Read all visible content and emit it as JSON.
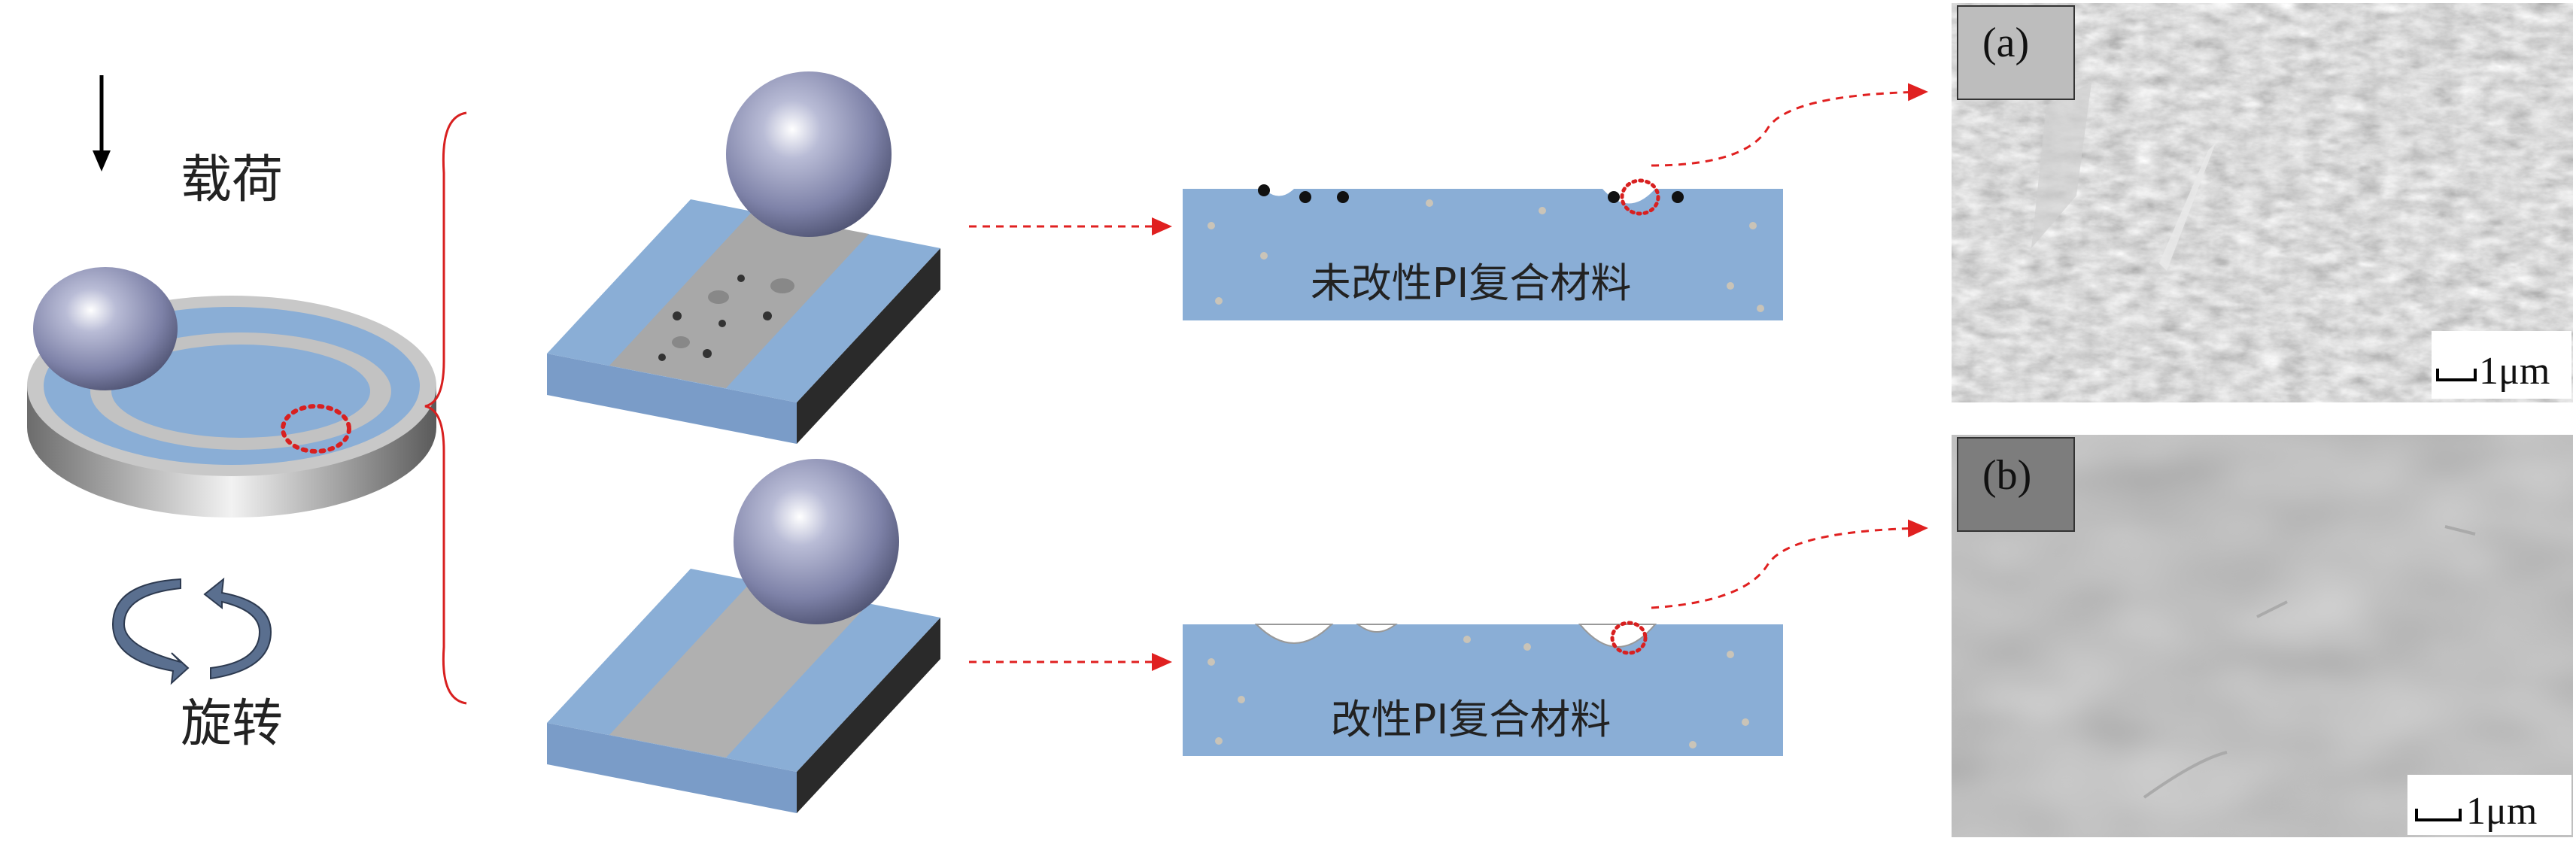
{
  "left": {
    "load_label": "载荷",
    "rotate_label": "旋转"
  },
  "cross_sections": [
    {
      "label": "未改性PI复合材料"
    },
    {
      "label": "改性PI复合材料"
    }
  ],
  "sem_images": [
    {
      "panel": "(a)",
      "scale_bar": "1μm"
    },
    {
      "panel": "(b)",
      "scale_bar": "1μm"
    }
  ],
  "colors": {
    "matrix_blue": "#8aaed6",
    "accent_red": "#e02020",
    "ball": "#8a8fb0",
    "arrow_blue": "#5a6f8f"
  }
}
